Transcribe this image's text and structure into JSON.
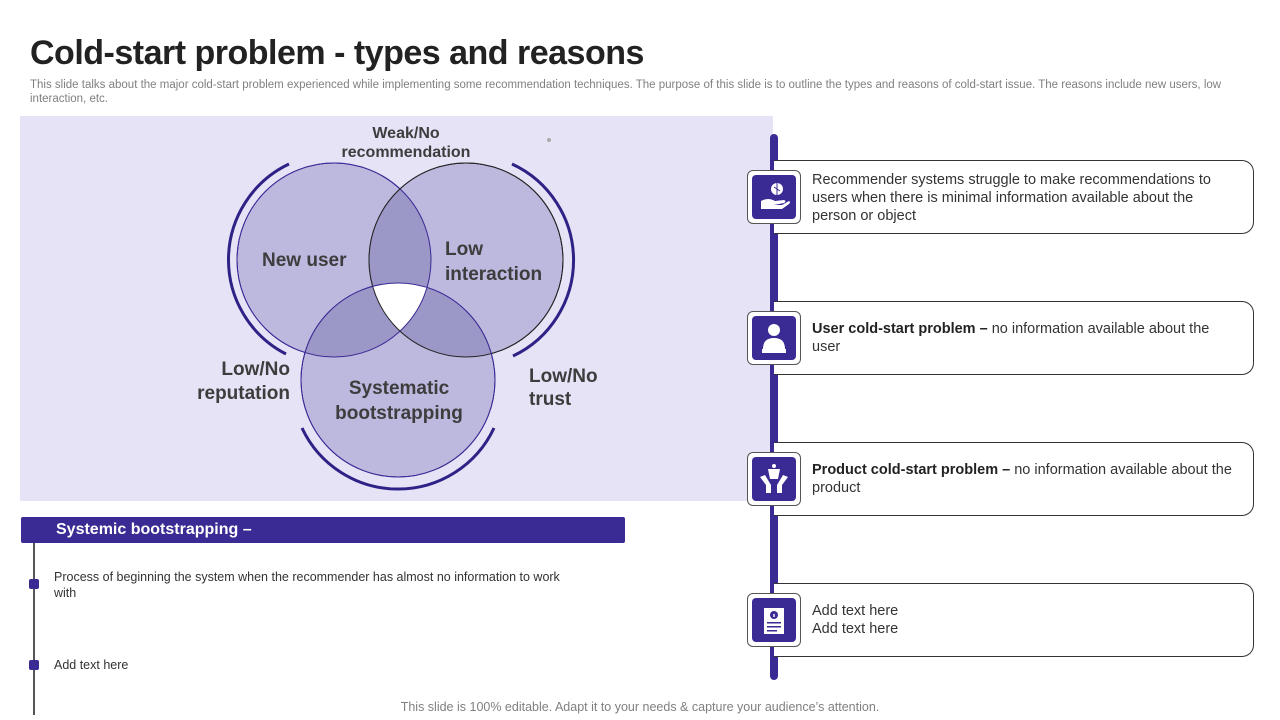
{
  "slide": {
    "title": "Cold-start problem - types and reasons",
    "subtitle": "This slide talks about the major cold-start problem experienced while implementing some recommendation techniques. The purpose of this slide is to outline the types and reasons of cold-start issue. The reasons include new users, low interaction, etc.",
    "footer": "This slide is 100% editable. Adapt it to your needs & capture your audience’s attention."
  },
  "venn": {
    "circles": [
      "New user",
      "Low interaction",
      "Systematic bootstrapping"
    ],
    "outer_labels": {
      "top": "Weak/No recommendation",
      "left": "Low/No reputation",
      "right": "Low/No trust"
    },
    "colors": {
      "panel": "#e6e3f7",
      "circle": "#bcb8de",
      "overlap": "#9b98c7",
      "arc": "#2e2286"
    }
  },
  "systemic": {
    "title": "Systemic bootstrapping –",
    "items": [
      "Process of beginning the system when the recommender  has almost no information  to work with",
      "Add text here"
    ]
  },
  "cards": [
    {
      "icon": "hand-ball-icon",
      "bold": "",
      "text": "Recommender systems struggle to make recommendations to users when there is minimal information available about the person or object"
    },
    {
      "icon": "user-icon",
      "bold": "User cold-start problem – ",
      "text": "no information available about the user"
    },
    {
      "icon": "hands-box-icon",
      "bold": "Product cold-start problem – ",
      "text": "no information available about the product"
    },
    {
      "icon": "document-info-icon",
      "bold": "",
      "text": "Add text here",
      "text2": "Add text here"
    }
  ],
  "accent_color": "#3a2a94"
}
